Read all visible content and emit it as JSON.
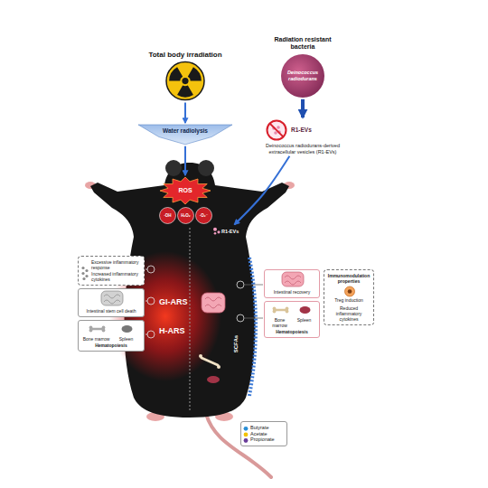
{
  "diagram": {
    "nodes": [
      {
        "text": [
          "Total body irradiation"
        ]
      },
      {
        "text": [
          "Water radiolysis"
        ]
      },
      {
        "text": [
          "ROS"
        ]
      },
      {
        "text": [
          "·OH"
        ]
      },
      {
        "text": [
          "H₂O₂"
        ]
      },
      {
        "text": [
          "·O₂⁻"
        ]
      },
      {
        "text": [
          "Radiation resistant bacteria",
          "Deinococcus radiodurans"
        ]
      },
      {
        "text": [
          "R1-EVs",
          "Deinococcus radiodurans-derived extracellular vesicles (R1-EVs)"
        ]
      },
      {
        "text": [
          "R1-EVs"
        ]
      },
      {
        "text": [
          "Excessive inflammatory response",
          "Increased inflammatory cytokines"
        ]
      },
      {
        "text": [
          "Intestinal stem cell death"
        ]
      },
      {
        "text": [
          "Bone marrow",
          "Spleen",
          "Hematopoiesis"
        ]
      },
      {
        "text": [
          "Butyrate",
          "Acetate",
          "Propionate"
        ]
      },
      {
        "text": [
          "Intestinal recovery"
        ]
      },
      {
        "text": [
          "Bone marrow",
          "Spleen",
          "Hematopoiesis"
        ]
      },
      {
        "text": [
          "Immunomodulation properties",
          "Treg induction",
          "Reduced inflammatory cytokines"
        ]
      }
    ],
    "edges": [
      {
        "from": 0,
        "to": 1,
        "arrow": "to"
      },
      {
        "from": 1,
        "to": 2,
        "arrow": "to"
      },
      {
        "from": 6,
        "to": 7,
        "arrow": "to"
      },
      {
        "from": 7,
        "to": 8,
        "arrow": "to"
      }
    ],
    "labels": [
      "GI-ARS",
      "H-ARS",
      "SCFAs"
    ]
  }
}
